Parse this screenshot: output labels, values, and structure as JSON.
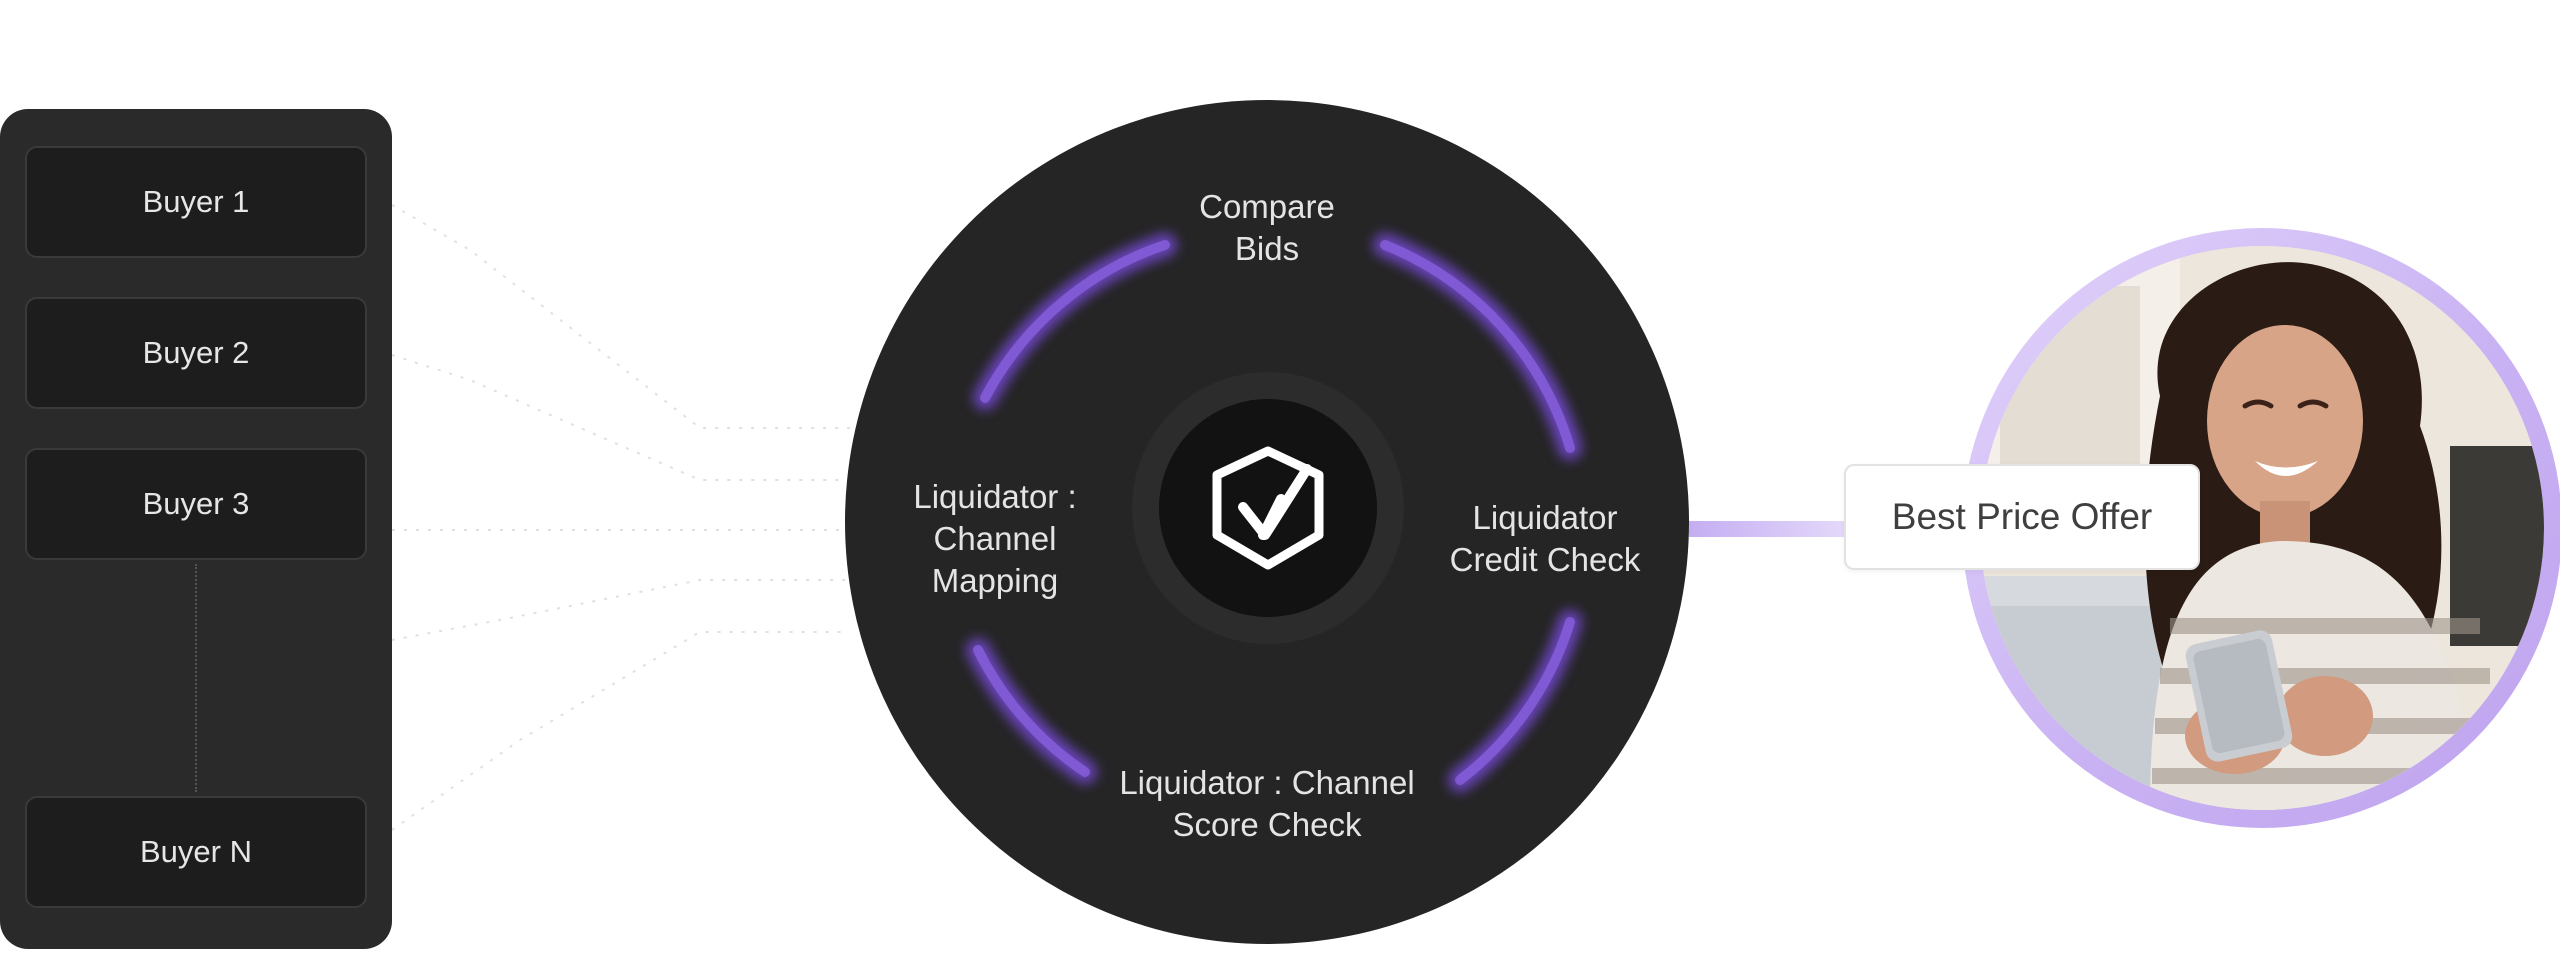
{
  "buyers": {
    "items": [
      {
        "label": "Buyer 1"
      },
      {
        "label": "Buyer 2"
      },
      {
        "label": "Buyer 3"
      },
      {
        "label": "Buyer N"
      }
    ]
  },
  "hub": {
    "stages": {
      "top": [
        "Compare",
        "Bids"
      ],
      "left": [
        "Liquidator :",
        "Channel",
        "Mapping"
      ],
      "right": [
        "Liquidator",
        "Credit Check"
      ],
      "bottom": [
        "Liquidator : Channel",
        "Score Check"
      ]
    },
    "core_icon": "shield-check-icon"
  },
  "offer": {
    "label": "Best Price Offer"
  },
  "colors": {
    "panel": "#2a2a2a",
    "card": "#1d1d1d",
    "hub": "#252525",
    "accent": "#7b52d6",
    "ring": "#c9b2f3"
  }
}
